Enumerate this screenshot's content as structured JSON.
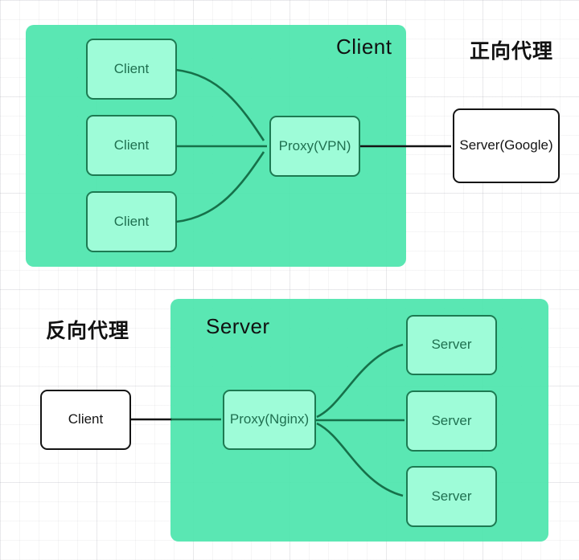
{
  "colors": {
    "panel_green": "rgba(76,229,172,0.92)",
    "node_fill_green": "#9efcd8",
    "node_border_green": "#1d7a52",
    "node_text_green": "#1f7050",
    "connector_green": "#16714a",
    "connector_black": "#141414",
    "title_black": "#111111"
  },
  "forward_proxy": {
    "section_title": "正向代理",
    "panel_label": "Client",
    "clients": [
      {
        "label": "Client"
      },
      {
        "label": "Client"
      },
      {
        "label": "Client"
      }
    ],
    "proxy": {
      "label": "Proxy(VPN)"
    },
    "server": {
      "label": "Server(Google)"
    }
  },
  "reverse_proxy": {
    "section_title": "反向代理",
    "panel_label": "Server",
    "client": {
      "label": "Client"
    },
    "proxy": {
      "label": "Proxy(Nginx)"
    },
    "servers": [
      {
        "label": "Server"
      },
      {
        "label": "Server"
      },
      {
        "label": "Server"
      }
    ]
  }
}
